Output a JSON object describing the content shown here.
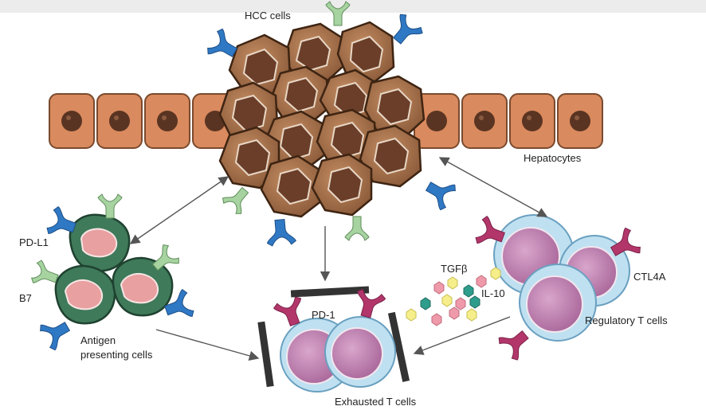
{
  "labels": {
    "hcc": "HCC cells",
    "hepatocytes": "Hepatocytes",
    "pdl1": "PD-L1",
    "b7": "B7",
    "apc_line1": "Antigen",
    "apc_line2": "presenting cells",
    "pd1": "PD-1",
    "tgf": "TGFβ",
    "il10": "IL-10",
    "ctl4a": "CTL4A",
    "treg": "Regulatory T cells",
    "exhausted": "Exhausted T cells"
  },
  "colors": {
    "hepatocyte_fill": "#d98a5e",
    "hepatocyte_nucleus": "#5a3422",
    "hcc_fill": "#a9754f",
    "hcc_nucleus": "#6a3e28",
    "apc_fill": "#3f7a5a",
    "apc_nucleus": "#e8a0a0",
    "tcell_fill": "#bfe0f0",
    "tcell_nucleus": "#c489b4",
    "receptor_blue": "#2f78c4",
    "receptor_green": "#9fcf9a",
    "receptor_red": "#b3366a",
    "cytokine_pink": "#ef9aaa",
    "cytokine_yellow": "#f6ee8a",
    "cytokine_teal": "#2f9d8c",
    "arrow": "#555555"
  }
}
